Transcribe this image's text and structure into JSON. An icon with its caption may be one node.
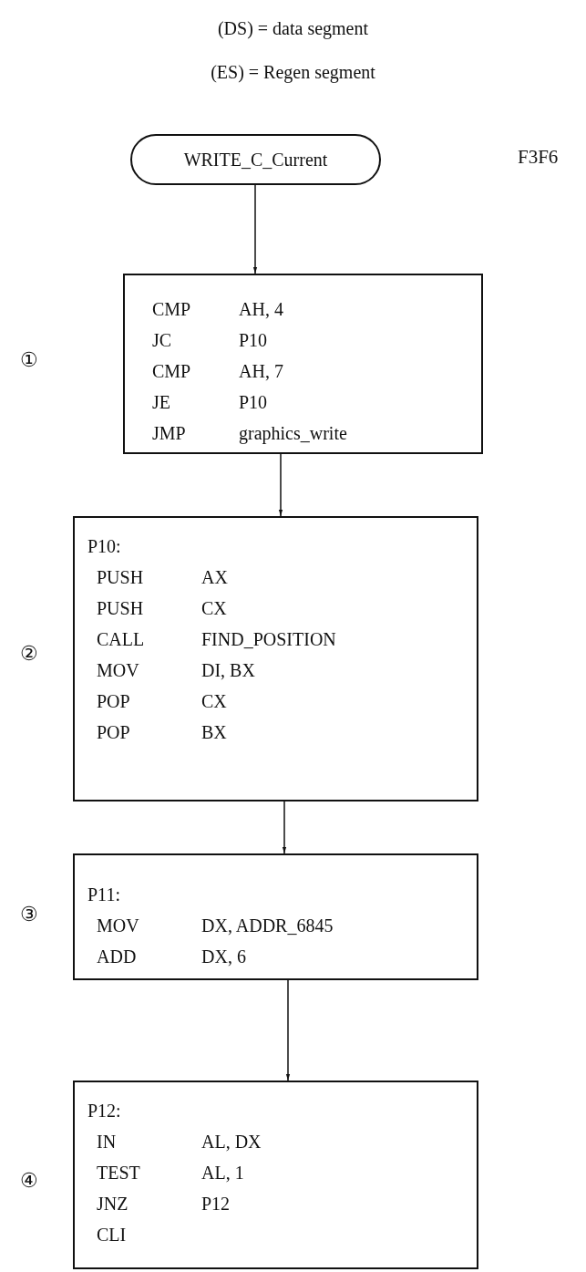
{
  "diagram": {
    "nodes": [
      {
        "text": [
          "WRITE_C_Current"
        ]
      },
      {
        "text": [
          "CMP",
          "AH, 4",
          "JC",
          "P10",
          "CMP",
          "AH, 7",
          "JE",
          "P10",
          "JMP",
          "graphics_write"
        ]
      },
      {
        "text": [
          "P10:",
          "PUSH",
          "AX",
          "PUSH",
          "CX",
          "CALL",
          "FIND_POSITION",
          "MOV",
          "DI, BX",
          "POP",
          "CX",
          "POP",
          "BX"
        ]
      },
      {
        "text": [
          "P11:",
          "MOV",
          "DX, ADDR_6845",
          "ADD",
          "DX, 6"
        ]
      },
      {
        "text": [
          "P12:",
          "IN",
          "AL, DX",
          "TEST",
          "AL, 1",
          "JNZ",
          "P12",
          "CLI"
        ]
      }
    ],
    "edges": [
      {
        "from": 0,
        "to": 1,
        "arrow": "to"
      },
      {
        "from": 1,
        "to": 2,
        "arrow": "to"
      },
      {
        "from": 2,
        "to": 3,
        "arrow": "to"
      },
      {
        "from": 3,
        "to": 4,
        "arrow": "to"
      }
    ],
    "labels": [
      "(DS) = data segment",
      "(ES) = Regen segment",
      "F3F6",
      "①",
      "②",
      "③",
      "④"
    ]
  }
}
